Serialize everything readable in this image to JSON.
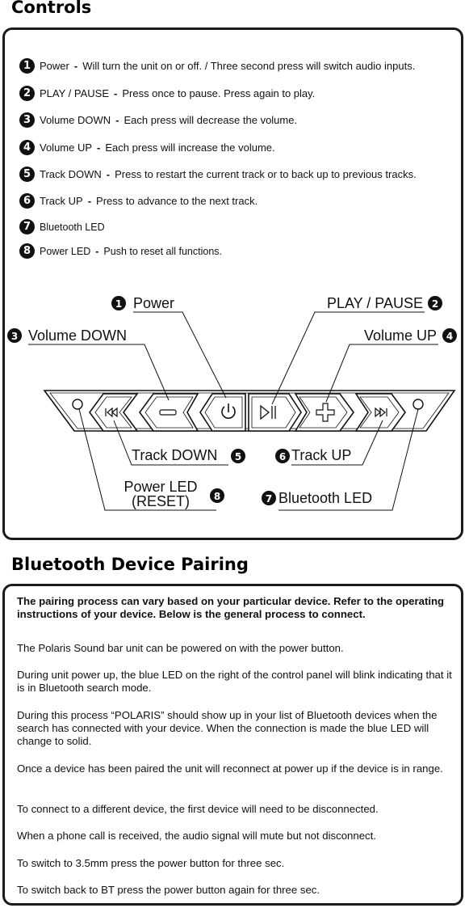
{
  "controls": {
    "title": "Controls",
    "items": [
      {
        "num": "1",
        "name": "Power",
        "desc": "Will turn the unit on or off. / Three second press will switch audio inputs."
      },
      {
        "num": "2",
        "name": "PLAY / PAUSE",
        "desc": "Press once to pause. Press again to play."
      },
      {
        "num": "3",
        "name": "Volume DOWN",
        "desc": "Each press will decrease the volume."
      },
      {
        "num": "4",
        "name": "Volume UP",
        "desc": "Each press will increase the volume."
      },
      {
        "num": "5",
        "name": "Track DOWN",
        "desc": "Press to restart the current track or to back up to previous tracks."
      },
      {
        "num": "6",
        "name": "Track UP",
        "desc": "Press to advance to the next track."
      },
      {
        "num": "7",
        "name": "Bluetooth LED",
        "desc": ""
      },
      {
        "num": "8",
        "name": "Power LED",
        "desc": "Push to reset all functions."
      }
    ],
    "diagram": {
      "power": "Power",
      "play_pause": "PLAY / PAUSE",
      "volume_down": "Volume DOWN",
      "volume_up": "Volume UP",
      "track_down": "Track DOWN",
      "track_up": "Track UP",
      "power_led": "Power LED",
      "reset": "(RESET)",
      "bluetooth_led": "Bluetooth LED",
      "icons": [
        "led-icon",
        "previous-track-icon",
        "minus-icon",
        "power-icon",
        "play-pause-icon",
        "plus-icon",
        "next-track-icon",
        "led-icon"
      ]
    }
  },
  "pairing": {
    "title": "Bluetooth Device Pairing",
    "intro": "The pairing process can vary based on your particular device. Refer to the operating instructions of your device. Below is the general process to connect.",
    "paragraphs": [
      "The Polaris Sound bar unit can be powered on with the power button.",
      "During unit power up, the blue LED on the right of the control panel will blink indicating that it is in Bluetooth search mode.",
      "During this process “POLARIS” should show up in your list of Bluetooth devices when the search has connected with your device. When the connection is made the blue LED will change to solid.",
      "Once a device has been paired the unit will reconnect at power up if the device is in range.",
      "To connect to a different device, the first device will need to be disconnected.",
      "When a phone call is received, the audio signal will mute but not disconnect.",
      "To switch to 3.5mm press the power button for three sec.",
      "To switch back to BT press the power button again for three sec."
    ]
  }
}
